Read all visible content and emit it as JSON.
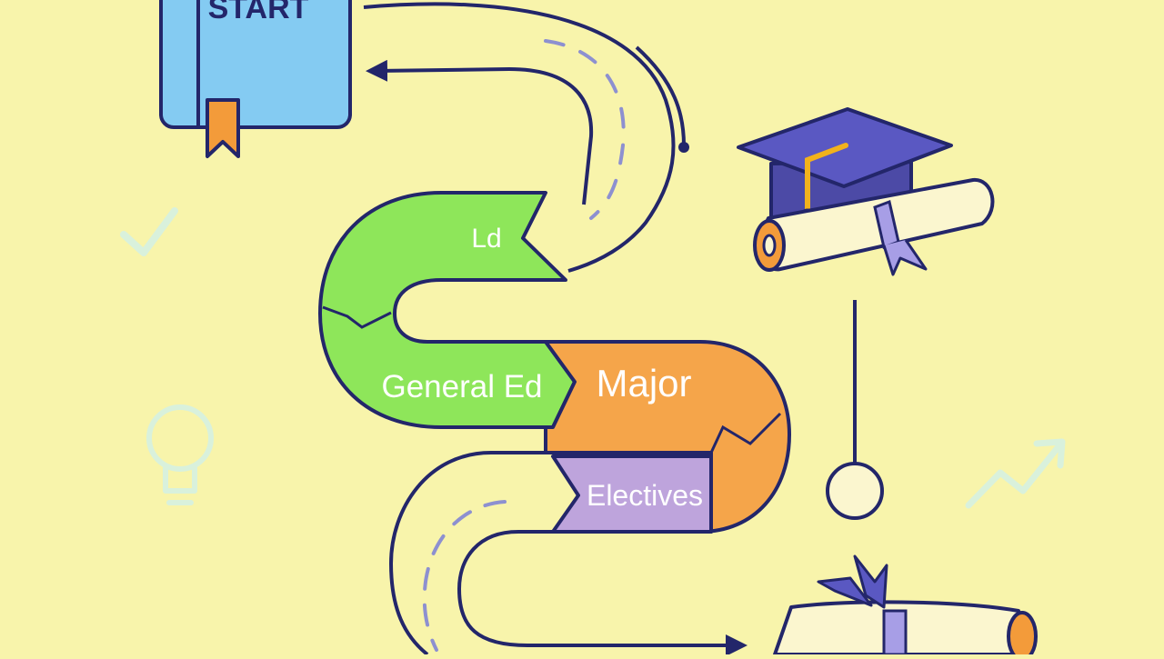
{
  "diagram": {
    "start_label": "START",
    "stages": [
      {
        "name": "Ld",
        "color": "#8ee65a"
      },
      {
        "name": "General Ed",
        "color": "#8ee65a"
      },
      {
        "name": "Major",
        "color": "#f5a54a"
      },
      {
        "name": "Electives",
        "color": "#bea4dc"
      }
    ]
  },
  "colors": {
    "background": "#f8f4ab",
    "outline": "#23266a",
    "book": "#84cbf2",
    "bookmark": "#f39b3a",
    "cap": "#5a58c2",
    "tassel": "#f2b21c",
    "scroll": "#fbf6cf",
    "ribbon": "#a79ee6",
    "faint_icon": "#d9f1dc"
  },
  "icons": {
    "book": "book-icon",
    "cap": "graduation-cap-icon",
    "diploma": "diploma-scroll-icon",
    "check": "check-icon",
    "bulb": "lightbulb-icon",
    "trend": "trend-arrow-icon"
  }
}
